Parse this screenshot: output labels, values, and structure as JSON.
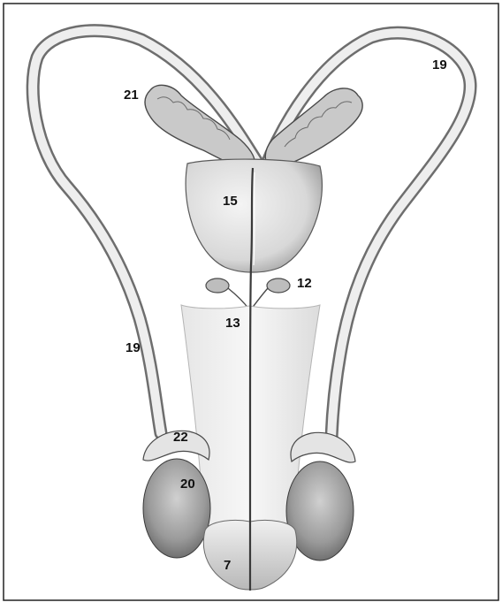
{
  "figure": {
    "colors": {
      "frame": "#222222",
      "ink": "#3a3a3a",
      "shade": "#8a8a8a",
      "fill": "#f2f2f2"
    },
    "labels": {
      "l19_top": "19",
      "l21": "21",
      "l15": "15",
      "l12": "12",
      "l13": "13",
      "l19_left": "19",
      "l22": "22",
      "l20": "20",
      "l7": "7"
    }
  }
}
